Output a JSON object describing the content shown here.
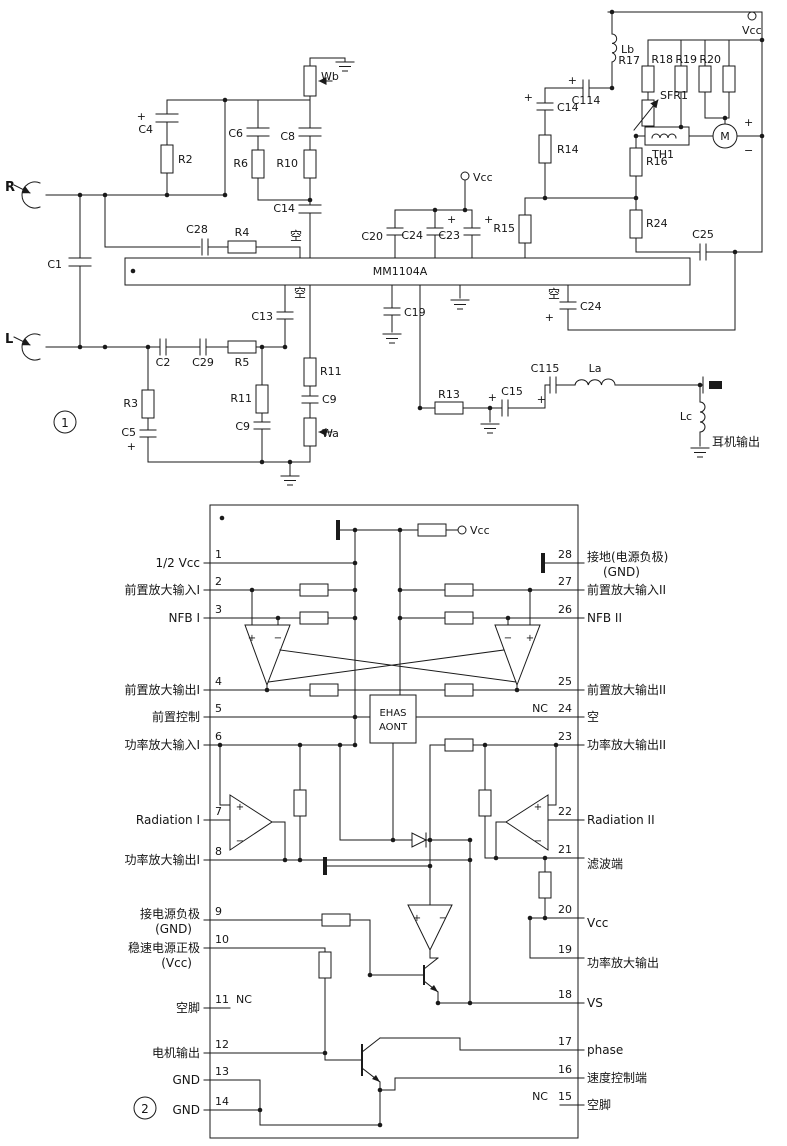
{
  "colors": {
    "ink": "#1a1a1a",
    "bg": "#ffffff"
  },
  "sym": {
    "plus": "+",
    "minus": "−"
  },
  "fig1": {
    "number": "1",
    "ic": "MM1104A",
    "labels": {
      "r_in": "R",
      "l_in": "L",
      "c1": "C1",
      "c2": "C2",
      "c4": "C4",
      "c5": "C5",
      "c6": "C6",
      "c8": "C8",
      "c9a": "C9",
      "c9b": "C9",
      "c13": "C13",
      "c14a": "C14",
      "c14b": "C14",
      "c15": "C15",
      "c19": "C19",
      "c20": "C20",
      "c23": "C23",
      "c24a": "C24",
      "c24b": "C24",
      "c25": "C25",
      "c28": "C28",
      "c29": "C29",
      "c114": "C114",
      "c115": "C115",
      "r2": "R2",
      "r3": "R3",
      "r4": "R4",
      "r5": "R5",
      "r6": "R6",
      "r10": "R10",
      "r11a": "R11",
      "r11b": "R11",
      "r13": "R13",
      "r14": "R14",
      "r15": "R15",
      "r16": "R16",
      "r17": "R17",
      "r18": "R18",
      "r19": "R19",
      "r20": "R20",
      "r24": "R24",
      "wa": "Wa",
      "wb": "Wb",
      "la": "La",
      "lb": "Lb",
      "lc": "Lc",
      "sfr1": "SFR1",
      "th1": "TH1",
      "motor": "M",
      "vcc1": "Vcc",
      "vcc2": "Vcc",
      "kong_top": "空",
      "kong_mid": "空",
      "kong_right": "空",
      "headphone": "耳机输出"
    }
  },
  "fig2": {
    "number": "2",
    "vcc": "Vcc",
    "block": {
      "line1": "EHAS",
      "line2": "AONT"
    },
    "pins_left": [
      {
        "num": "1",
        "label": "1/2 Vcc"
      },
      {
        "num": "2",
        "label": "前置放大输入I"
      },
      {
        "num": "3",
        "label": "NFB I"
      },
      {
        "num": "4",
        "label": "前置放大输出I"
      },
      {
        "num": "5",
        "label": "前置控制"
      },
      {
        "num": "6",
        "label": "功率放大输入I"
      },
      {
        "num": "7",
        "label": "Radiation I"
      },
      {
        "num": "8",
        "label": "功率放大输出I"
      },
      {
        "num": "9",
        "label": "接电源负极",
        "label2": "(GND)"
      },
      {
        "num": "10",
        "label": "稳速电源正极",
        "label2": "(Vcc)"
      },
      {
        "num": "11",
        "label": "空脚",
        "nc": "NC"
      },
      {
        "num": "12",
        "label": "电机输出"
      },
      {
        "num": "13",
        "label": "GND"
      },
      {
        "num": "14",
        "label": "GND"
      }
    ],
    "pins_right": [
      {
        "num": "28",
        "label": "接地(电源负极)",
        "label2": "(GND)"
      },
      {
        "num": "27",
        "label": "前置放大输入II"
      },
      {
        "num": "26",
        "label": "NFB II"
      },
      {
        "num": "25",
        "label": "前置放大输出II"
      },
      {
        "num": "24",
        "label": "空",
        "nc": "NC"
      },
      {
        "num": "23",
        "label": "功率放大输出II"
      },
      {
        "num": "22",
        "label": "Radiation II"
      },
      {
        "num": "21",
        "label": "滤波端"
      },
      {
        "num": "20",
        "label": "Vcc"
      },
      {
        "num": "19",
        "label": "功率放大输出"
      },
      {
        "num": "18",
        "label": "VS"
      },
      {
        "num": "17",
        "label": "phase"
      },
      {
        "num": "16",
        "label": "速度控制端"
      },
      {
        "num": "15",
        "label": "空脚",
        "nc": "NC"
      }
    ]
  }
}
